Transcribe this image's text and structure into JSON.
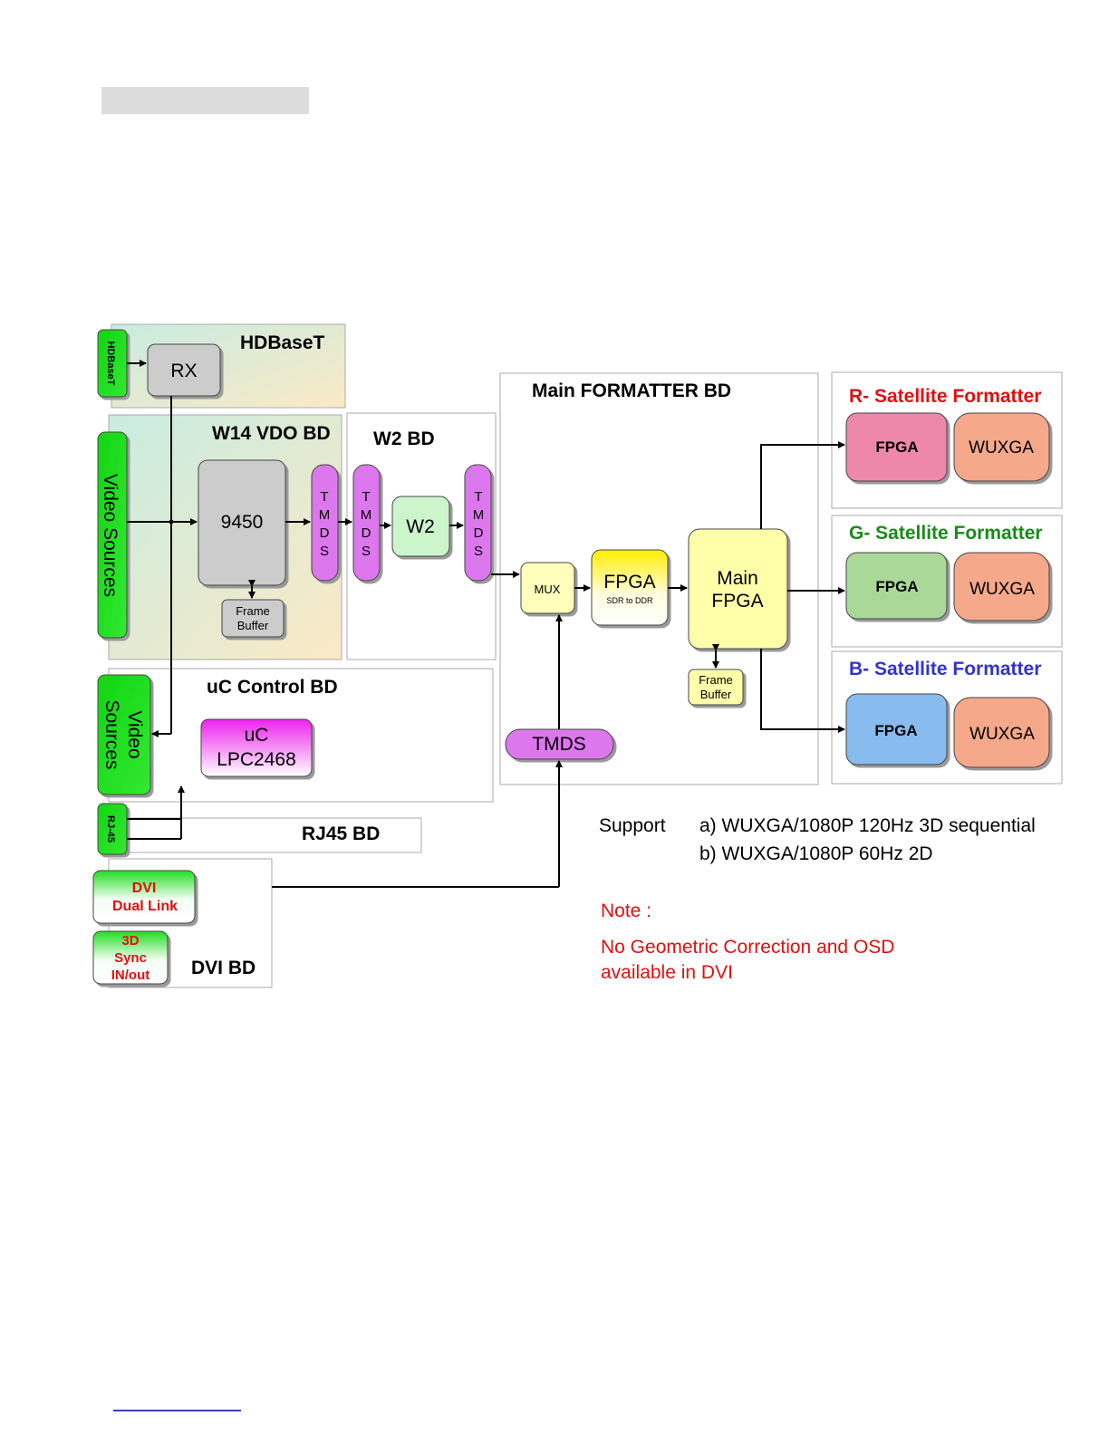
{
  "boards": {
    "hdbaset": "HDBaseT",
    "w14": "W14 VDO BD",
    "w2": "W2 BD",
    "main": "Main FORMATTER BD",
    "uc": "uC Control BD",
    "rj45": "RJ45 BD",
    "dvi": "DVI BD",
    "r_sat": "R- Satellite Formatter",
    "g_sat": "G- Satellite Formatter",
    "b_sat": "B- Satellite Formatter"
  },
  "inputs": {
    "hdbaset": "HDBaseT",
    "video_sources": "Video Sources",
    "video_sources2_line1": "Video",
    "video_sources2_line2": "Sources",
    "rj45": "RJ-45",
    "dvi_line1": "DVI",
    "dvi_line2": "Dual Link",
    "sync_line1": "3D",
    "sync_line2": "Sync",
    "sync_line3": "IN/out"
  },
  "blocks": {
    "rx": "RX",
    "chip_9450": "9450",
    "frame_buffer_line1": "Frame",
    "frame_buffer_line2": "Buffer",
    "tmds_letters": [
      "T",
      "M",
      "D",
      "S"
    ],
    "w2": "W2",
    "mux": "MUX",
    "fpga": "FPGA",
    "fpga_sub": "SDR to DDR",
    "main_fpga_line1": "Main",
    "main_fpga_line2": "FPGA",
    "tmds": "TMDS",
    "uc_line1": "uC",
    "uc_line2": "LPC2468",
    "sat_fpga": "FPGA",
    "sat_wuxga": "WUXGA"
  },
  "support": {
    "label": "Support",
    "line_a": "a) WUXGA/1080P 120Hz 3D sequential",
    "line_b": "b) WUXGA/1080P 60Hz 2D"
  },
  "note": {
    "title": "Note :",
    "line1": "No Geometric Correction and OSD",
    "line2": "available in DVI"
  },
  "colors": {
    "red_text": "#e01010",
    "green_text": "#1a8a1a",
    "blue_text": "#3333cc",
    "input_green": "#22dd22",
    "tmds_purple": "#dd77ee",
    "fpga_pink": "#ee88aa",
    "fpga_green": "#aad899",
    "fpga_blue": "#88bbee",
    "wuxga_salmon": "#f5a88a"
  }
}
